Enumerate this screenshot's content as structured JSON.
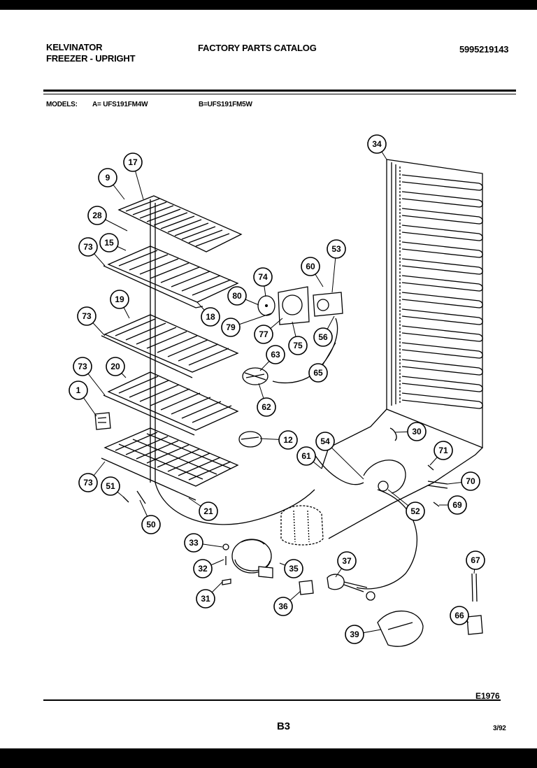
{
  "header": {
    "brand": "KELVINATOR",
    "product": "FREEZER - UPRIGHT",
    "catalog_title": "FACTORY PARTS CATALOG",
    "catalog_number": "5995219143"
  },
  "models": {
    "label": "MODELS:",
    "model_a": "A= UFS191FM4W",
    "model_b": "B=UFS191FM5W"
  },
  "diagram": {
    "callouts": [
      "9",
      "17",
      "28",
      "15",
      "73",
      "19",
      "73",
      "20",
      "73",
      "1",
      "73",
      "51",
      "50",
      "21",
      "18",
      "74",
      "80",
      "79",
      "77",
      "75",
      "60",
      "53",
      "56",
      "63",
      "65",
      "62",
      "12",
      "34",
      "30",
      "71",
      "70",
      "69",
      "52",
      "54",
      "61",
      "33",
      "32",
      "31",
      "35",
      "36",
      "37",
      "39",
      "67",
      "66"
    ],
    "figure_id": "E1976"
  },
  "footer": {
    "page": "B3",
    "date": "3/92"
  }
}
